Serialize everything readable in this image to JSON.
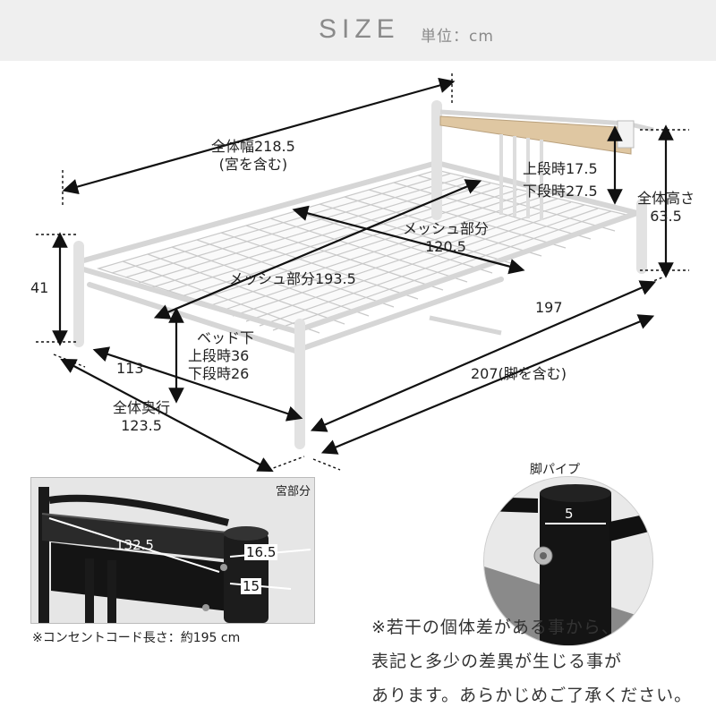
{
  "header": {
    "title": "SIZE",
    "unit": "単位：cm"
  },
  "dimensions": {
    "total_width": [
      "全体幅218.5",
      "(宮を含む)"
    ],
    "shelf_heights": [
      "上段時17.5",
      "下段時27.5"
    ],
    "total_height": [
      "全体高さ",
      "63.5"
    ],
    "mesh_short": [
      "メッシュ部分",
      "120.5"
    ],
    "mesh_long": "メッシュ部分193.5",
    "frame_height": "41",
    "frame_length": "197",
    "under_bed": [
      "ベッド下",
      "上段時36",
      "下段時26"
    ],
    "inner_depth": "113",
    "total_length": "207(脚を含む)",
    "total_depth": [
      "全体奥行",
      "123.5"
    ]
  },
  "inset_left": {
    "caption": "宮部分",
    "width": "132.5",
    "depth_upper": "16.5",
    "depth_lower": "15",
    "cord_note": "※コンセントコード長さ：約195 cm"
  },
  "inset_right": {
    "caption": "脚パイプ",
    "diameter": "5"
  },
  "disclaimer": [
    "※若干の個体差がある事から、",
    "表記と多少の差異が生じる事が",
    "あります。あらかじめご了承ください。"
  ]
}
